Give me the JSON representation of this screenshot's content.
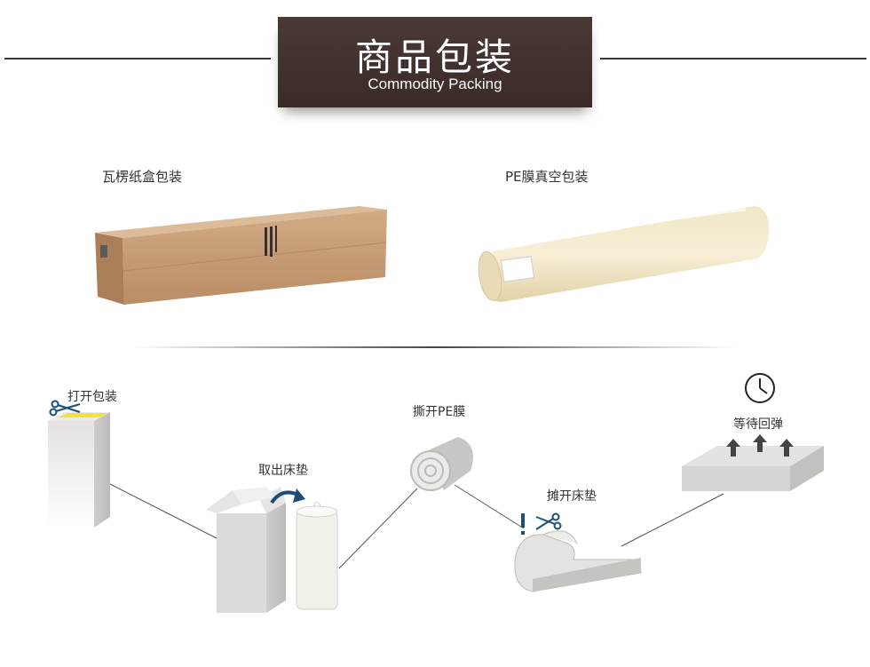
{
  "header": {
    "title_zh": "商品包装",
    "title_en": "Commodity Packing"
  },
  "packages": [
    {
      "label": "瓦楞纸盒包装"
    },
    {
      "label": "PE膜真空包装"
    }
  ],
  "steps": [
    {
      "label": "打开包装"
    },
    {
      "label": "取出床垫"
    },
    {
      "label": "撕开PE膜"
    },
    {
      "label": "摊开床垫"
    },
    {
      "label": "等待回弹"
    }
  ],
  "colors": {
    "banner": "#3e2e2b",
    "carton": "#c9a07a",
    "film": "#efe3c2",
    "box_grey": "#d9d8d6",
    "arrow_blue": "#1c4e77",
    "cut_yellow": "#f3e23a"
  }
}
